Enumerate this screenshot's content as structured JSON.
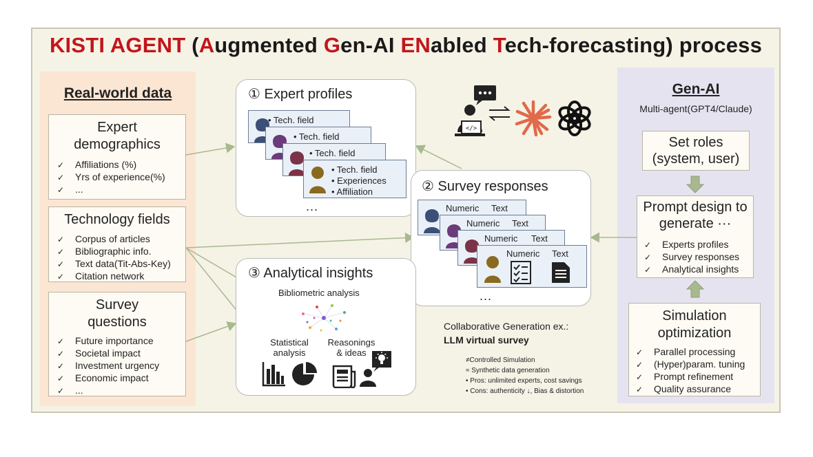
{
  "title": {
    "prefix": "KISTI AGENT",
    "open_paren": " (",
    "letters": [
      {
        "cap": "A",
        "rest": "ugmented "
      },
      {
        "cap": "G",
        "rest": "en-AI "
      },
      {
        "cap": "EN",
        "rest": "abled "
      },
      {
        "cap": "T",
        "rest": "ech-forecasting"
      }
    ],
    "suffix": ") process"
  },
  "colors": {
    "accent_red": "#c3151b",
    "left_panel": "#fbe6d4",
    "right_panel": "#e6e3f1",
    "arrow_green": "#a8b98f"
  },
  "left": {
    "header": "Real-world data",
    "boxes": [
      {
        "title": "Expert demographics",
        "items": [
          "Affiliations (%)",
          "Yrs of experience(%)",
          "..."
        ]
      },
      {
        "title": "Technology fields",
        "items": [
          "Corpus of articles",
          "Bibliographic info.",
          "Text data(Tit-Abs-Key)",
          "Citation network"
        ]
      },
      {
        "title": "Survey questions",
        "items": [
          "Future importance",
          "Societal impact",
          "Investment urgency",
          "Economic impact",
          "..."
        ]
      }
    ]
  },
  "expert": {
    "title": "① Expert profiles",
    "cards": [
      {
        "lines": [
          "• Tech. field"
        ]
      },
      {
        "lines": [
          "• Tech. field"
        ]
      },
      {
        "lines": [
          "• Tech. field"
        ]
      },
      {
        "lines": [
          "• Tech. field",
          "• Experiences",
          "• Affiliation"
        ]
      }
    ],
    "more": "..."
  },
  "survey": {
    "title": "② Survey responses",
    "numeric": "Numeric",
    "text": "Text",
    "more": "..."
  },
  "insights": {
    "title": "③ Analytical insights",
    "biblio": "Bibliometric analysis",
    "stat": "Statistical analysis",
    "reason": "Reasonings & ideas"
  },
  "collab": {
    "line1": "Collaborative Generation ex.:",
    "line2": "LLM virtual survey",
    "notes": [
      "≠Controlled Simulation",
      "≈ Synthetic data generation",
      "• Pros: unlimited experts, cost savings",
      "• Cons: authenticity ↓, Bias & distortion"
    ]
  },
  "right": {
    "header": "Gen-AI",
    "sub": "Multi-agent(GPT4/Claude)",
    "roles": "Set roles (system, user)",
    "prompt_title": "Prompt design to generate ···",
    "prompt_items": [
      "Experts profiles",
      "Survey responses",
      "Analytical insights"
    ],
    "sim_title": "Simulation optimization",
    "sim_items": [
      "Parallel processing",
      "(Hyper)param. tuning",
      "Prompt refinement",
      "Quality assurance"
    ]
  },
  "icons": [
    "user-laptop-icon",
    "chat-bubble-icon",
    "exchange-arrows-icon",
    "claude-starburst-icon",
    "openai-logo-icon",
    "bar-chart-icon",
    "pie-chart-icon",
    "news-doc-icon",
    "lightbulb-person-icon",
    "checklist-icon",
    "text-doc-icon",
    "network-graph-icon"
  ]
}
